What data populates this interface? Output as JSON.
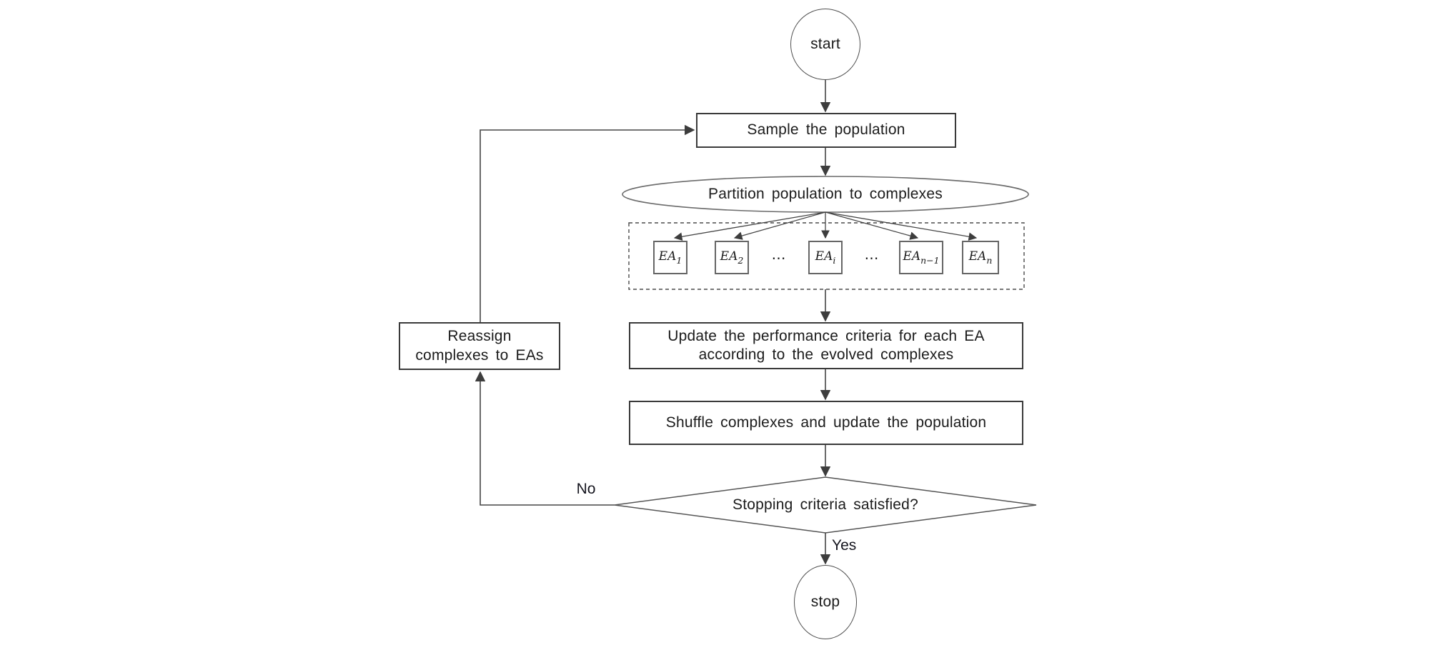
{
  "nodes": {
    "start": {
      "label": "start"
    },
    "sample": {
      "label": "Sample the population"
    },
    "partition": {
      "label": "Partition population to complexes"
    },
    "update": {
      "label": "Update the performance criteria for each EA\naccording to the evolved complexes"
    },
    "shuffle": {
      "label": "Shuffle complexes and update the population"
    },
    "decision": {
      "label": "Stopping criteria satisfied?"
    },
    "stop": {
      "label": "stop"
    },
    "reassign": {
      "label": "Reassign\ncomplexes to EAs"
    }
  },
  "ea_group": {
    "dots": "⋯",
    "items": [
      {
        "base": "EA",
        "sub": "1"
      },
      {
        "base": "EA",
        "sub": "2"
      },
      {
        "base": "EA",
        "sub": "i"
      },
      {
        "base": "EA",
        "sub": "n−1"
      },
      {
        "base": "EA",
        "sub": "n"
      }
    ]
  },
  "edge_labels": {
    "yes": "Yes",
    "no": "No"
  },
  "colors": {
    "connector": "#454545",
    "node_border": "#3a3a3a",
    "ea_border": "#666666",
    "shape_outline": "#6b6b6b",
    "text": "#1b1b1b",
    "background": "#ffffff"
  }
}
